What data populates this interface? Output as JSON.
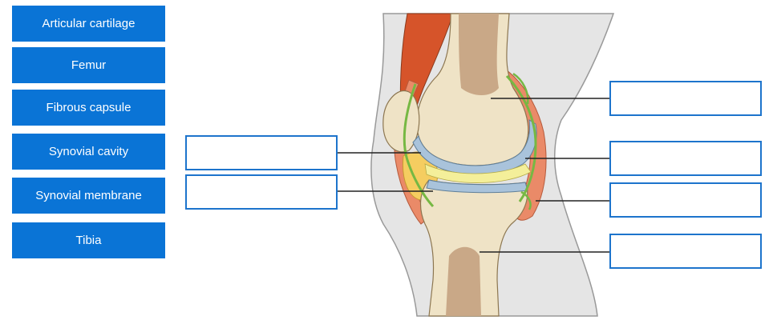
{
  "labels": [
    {
      "id": "articular-cartilage",
      "text": "Articular cartilage"
    },
    {
      "id": "femur",
      "text": "Femur"
    },
    {
      "id": "fibrous-capsule",
      "text": "Fibrous capsule"
    },
    {
      "id": "synovial-cavity",
      "text": "Synovial cavity"
    },
    {
      "id": "synovial-membrane",
      "text": "Synovial membrane"
    },
    {
      "id": "tibia",
      "text": "Tibia"
    }
  ],
  "drop_zones": [
    {
      "id": "zone-left-upper",
      "value": ""
    },
    {
      "id": "zone-left-lower",
      "value": ""
    },
    {
      "id": "zone-right-1",
      "value": ""
    },
    {
      "id": "zone-right-2",
      "value": ""
    },
    {
      "id": "zone-right-3",
      "value": ""
    },
    {
      "id": "zone-right-4",
      "value": ""
    }
  ],
  "colors": {
    "label_bg": "#0a74d6",
    "label_text": "#ffffff",
    "drop_border": "#1d74cc",
    "bone": "#efe3c6",
    "marrow": "#c9a887",
    "cartilage": "#a9c3db",
    "synovial_fluid": "#f4ef9a",
    "membrane": "#76b843",
    "fat_pad": "#f5cd60",
    "capsule": "#ea8a68",
    "muscle": "#d6542a",
    "skin": "#e5e5e5"
  }
}
